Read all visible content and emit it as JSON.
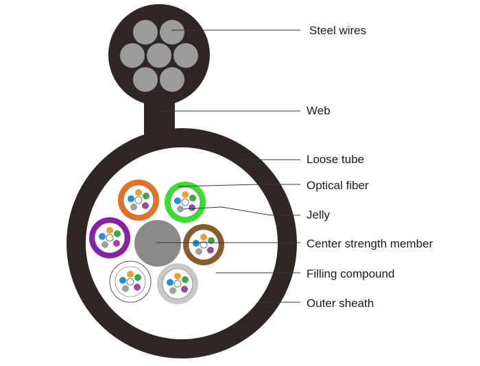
{
  "labels": {
    "steel_wires": "Steel wires",
    "web": "Web",
    "loose_tube": "Loose tube",
    "optical_fiber": "Optical fiber",
    "jelly": "Jelly",
    "center_strength_member": "Center strength member",
    "filling_compound": "Filling compound",
    "outer_sheath": "Outer sheath"
  },
  "colors": {
    "sheath": "#2e2725",
    "steel_wire": "#9b9b9b",
    "center_member": "#8a8a8a",
    "tube_orange": "#e8701f",
    "tube_green": "#35e22a",
    "tube_purple": "#8b1ea8",
    "tube_brown": "#8b5a2b",
    "tube_white": "#ffffff",
    "tube_gray": "#c8c8c8",
    "fiber_orange": "#f0a030",
    "fiber_green": "#3aa84a",
    "fiber_blue": "#1e8fd8",
    "fiber_white": "#ffffff",
    "fiber_gray": "#a0a0a0",
    "fiber_purple": "#9a4aa0",
    "leader_line": "#333333"
  },
  "tubes": [
    {
      "name": "loose-tube-orange",
      "color_key": "tube_orange"
    },
    {
      "name": "loose-tube-green",
      "color_key": "tube_green"
    },
    {
      "name": "loose-tube-purple",
      "color_key": "tube_purple"
    },
    {
      "name": "loose-tube-brown",
      "color_key": "tube_brown"
    },
    {
      "name": "loose-tube-white",
      "color_key": "tube_white"
    },
    {
      "name": "loose-tube-gray",
      "color_key": "tube_gray"
    }
  ]
}
